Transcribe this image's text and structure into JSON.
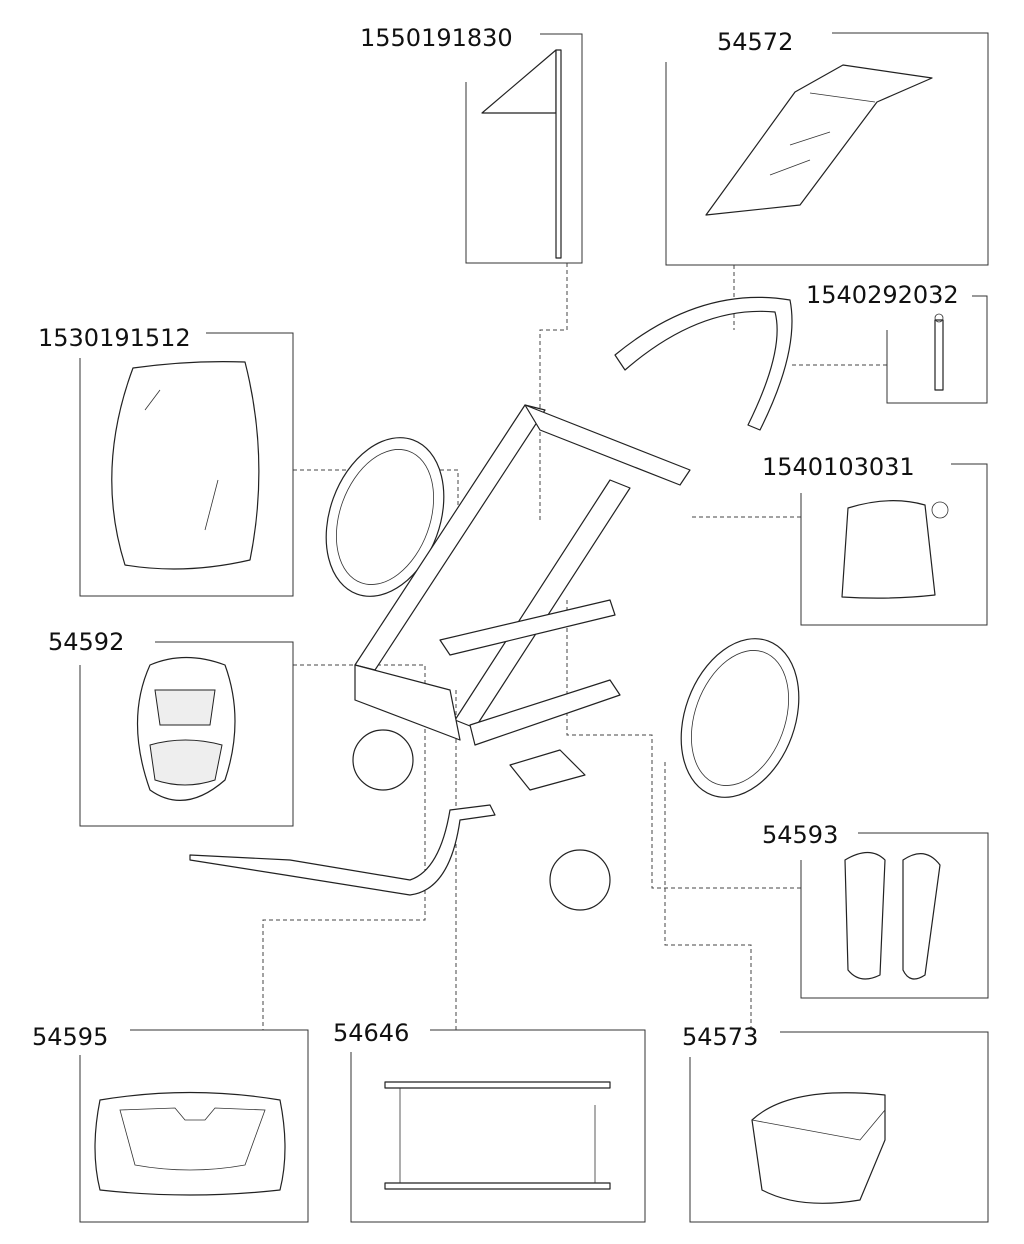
{
  "diagram": {
    "parts": [
      {
        "id": "flag",
        "number": "1550191830"
      },
      {
        "id": "sun-canopy",
        "number": "54572"
      },
      {
        "id": "strap",
        "number": "1540292032"
      },
      {
        "id": "rain-cover",
        "number": "1530191512"
      },
      {
        "id": "storage-bag",
        "number": "1540103031"
      },
      {
        "id": "seat-pad",
        "number": "54592"
      },
      {
        "id": "side-pads",
        "number": "54593"
      },
      {
        "id": "footrest-cover",
        "number": "54595"
      },
      {
        "id": "cargo-net",
        "number": "54646"
      },
      {
        "id": "storage-basket",
        "number": "54573"
      }
    ]
  }
}
